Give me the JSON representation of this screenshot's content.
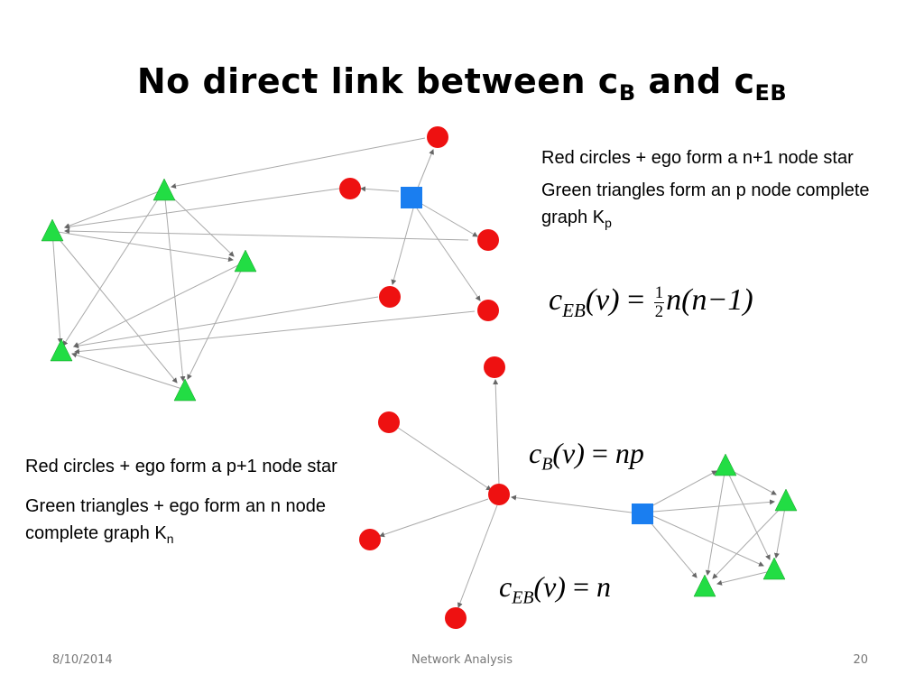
{
  "title": {
    "main": "No direct link between c",
    "sub1": "B",
    "mid": " and c",
    "sub2": "EB"
  },
  "top_note": {
    "p1": "Red circles + ego form a n+1 node star",
    "p2": "Green triangles form an p node complete graph K",
    "p2_sub": "p"
  },
  "bottom_note": {
    "p1": "Red circles + ego form a p+1 node star",
    "p2": "Green triangles + ego form an n node complete graph K",
    "p2_sub": "n"
  },
  "formula_top": {
    "lhs": "c",
    "sub": "EB",
    "arg": "(v)",
    "eq": "=",
    "num": "1",
    "den": "2",
    "rhs": "n(n−1)"
  },
  "formula_mid": {
    "lhs": "c",
    "sub": "B",
    "arg": "(v)",
    "eq": "=",
    "rhs": "np"
  },
  "formula_bot": {
    "lhs": "c",
    "sub": "EB",
    "arg": "(v)",
    "eq": "=",
    "rhs": "n"
  },
  "footer": {
    "date": "8/10/2014",
    "center": "Network Analysis",
    "page": "20"
  },
  "colors": {
    "red_node": "#ee1111",
    "green_node": "#22dd44",
    "blue_node": "#1a7ef0",
    "edge": "#aaaaaa"
  }
}
